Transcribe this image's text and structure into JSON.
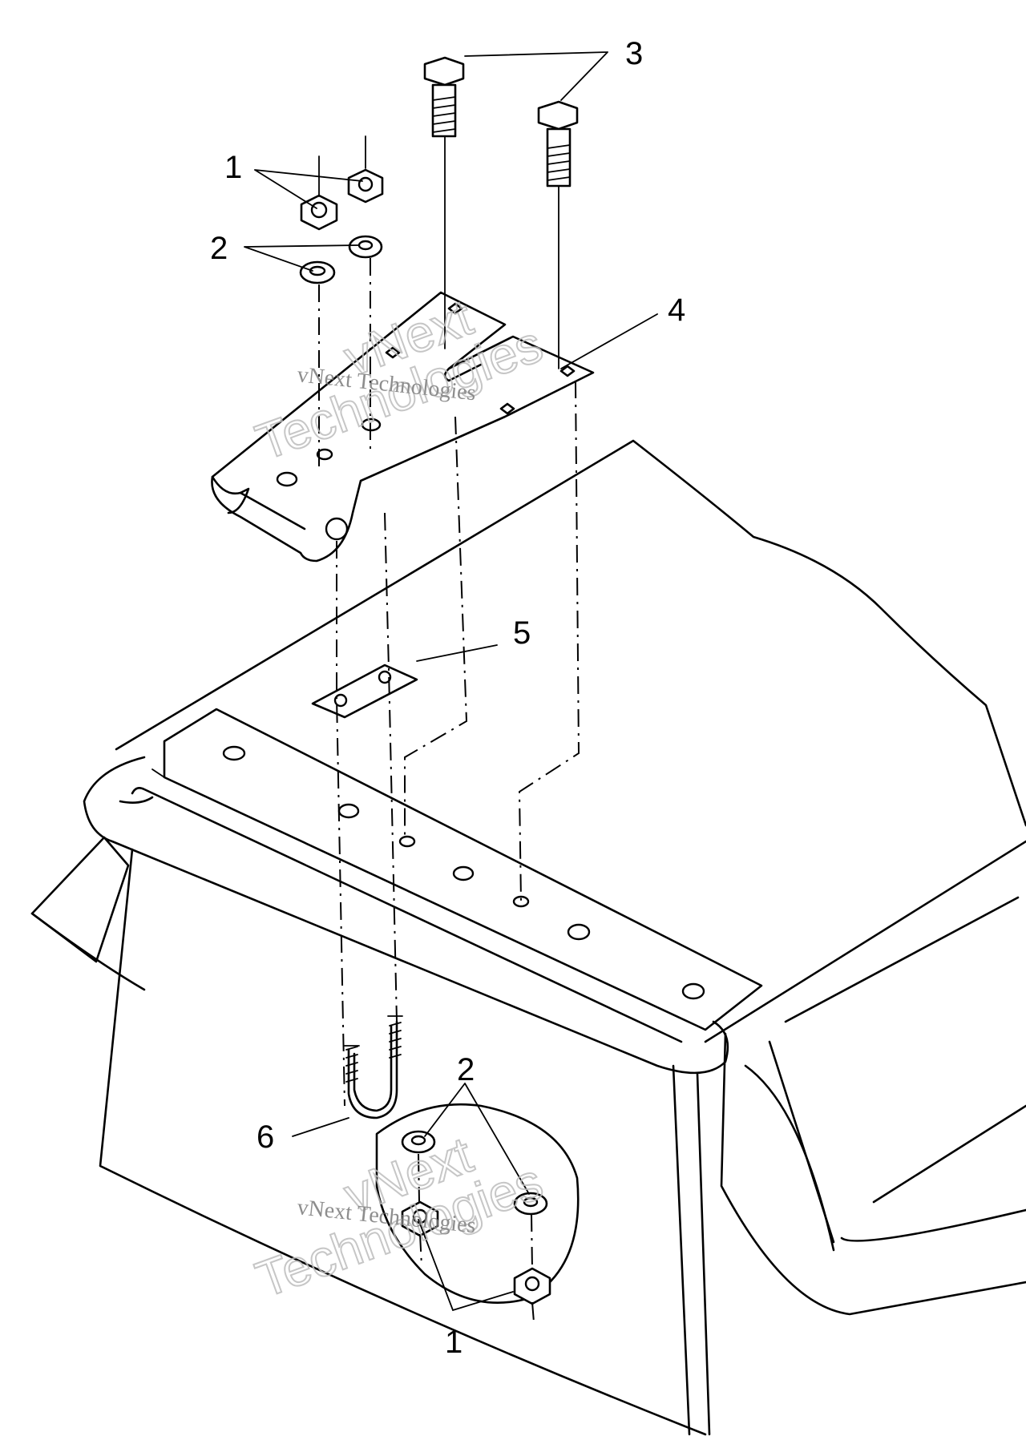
{
  "callouts": {
    "c1_top": "1",
    "c2_top": "2",
    "c3": "3",
    "c4": "4",
    "c5": "5",
    "c6": "6",
    "c2_bottom": "2",
    "c1_bottom": "1"
  },
  "watermarks": {
    "top_big_1": "vNext",
    "top_big_2": "Technologies",
    "top_small": "vNext Technologies",
    "bottom_big_1": "vNext",
    "bottom_big_2": "Technologies",
    "bottom_small": "vNext Technologies"
  }
}
